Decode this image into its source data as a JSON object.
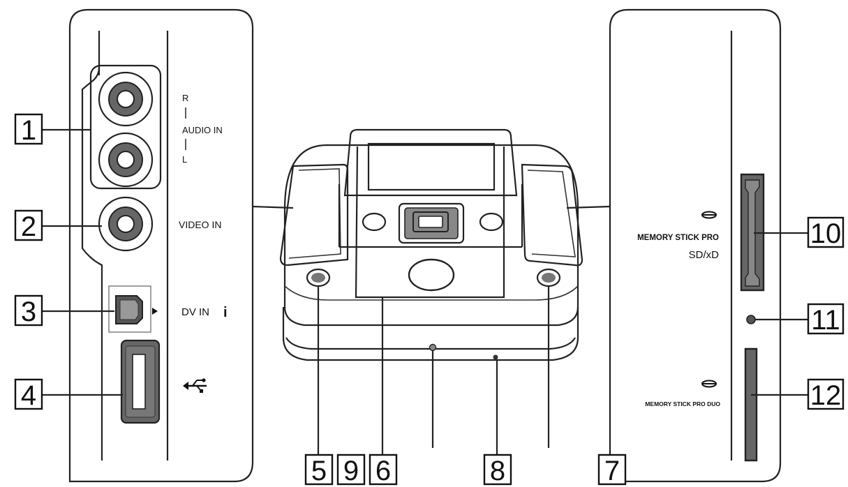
{
  "left_panel": {
    "audio_r": "R",
    "audio_in": "AUDIO IN",
    "audio_l": "L",
    "video_in": "VIDEO IN",
    "dv_in": "DV IN",
    "dv_symbol": "i",
    "usb_symbol": "⭠"
  },
  "right_panel": {
    "ms_pro_label": "MEMORY STICK PRO",
    "sd_xd_label": "SD/xD",
    "ms_pro_duo_label": "MEMORY STICK PRO DUO"
  },
  "callouts": {
    "c1": "1",
    "c2": "2",
    "c3": "3",
    "c4": "4",
    "c5": "5",
    "c6": "6",
    "c7": "7",
    "c8": "8",
    "c9": "9",
    "c10": "10",
    "c11": "11",
    "c12": "12"
  },
  "colors": {
    "line": "#222222",
    "fill_dark": "#555555",
    "fill_mid": "#888888"
  }
}
